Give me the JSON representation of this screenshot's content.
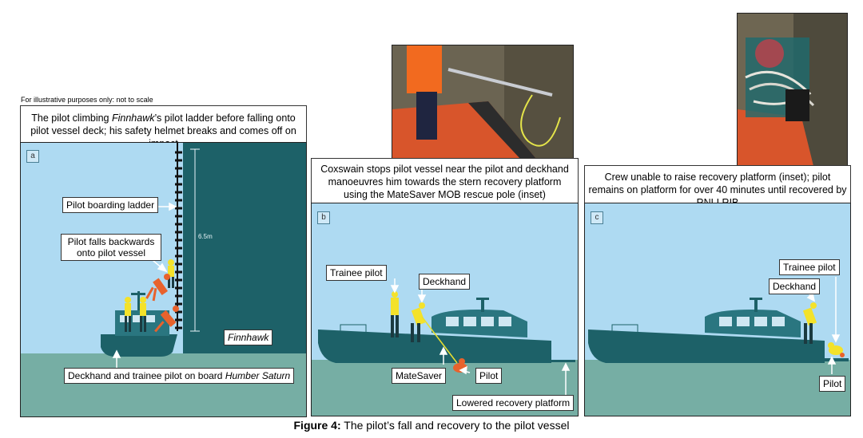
{
  "note": "For illustrative purposes only: not to scale",
  "panel_a": {
    "letter": "a",
    "caption_pre": "The pilot climbing ",
    "caption_ship": "Finnhawk",
    "caption_post": "’s pilot ladder before falling onto pilot vessel deck; his safety helmet breaks and comes off on impact",
    "label_ladder": "Pilot boarding ladder",
    "label_fall": "Pilot falls backwards onto pilot vessel",
    "height": "6.5m",
    "ship_name": "Finnhawk",
    "label_bottom_pre": "Deckhand and trainee pilot on board ",
    "label_bottom_vessel": "Humber Saturn"
  },
  "panel_b": {
    "letter": "b",
    "caption": "Coxswain stops pilot vessel near the pilot and deckhand manoeuvres him towards the stern recovery platform using the MateSaver MOB rescue pole (inset)",
    "label_trainee": "Trainee pilot",
    "label_deckhand": "Deckhand",
    "label_matesaver": "MateSaver",
    "label_pilot": "Pilot",
    "label_platform": "Lowered recovery platform"
  },
  "panel_c": {
    "letter": "c",
    "caption": "Crew unable to raise recovery platform (inset); pilot remains on platform for over 40 minutes until recovered by RNLI RIB",
    "label_trainee": "Trainee pilot",
    "label_deckhand": "Deckhand",
    "label_pilot": "Pilot"
  },
  "figure": {
    "number": "Figure 4:",
    "title": " The pilot’s fall and recovery to the pilot vessel"
  },
  "colors": {
    "sky": "#aedaf2",
    "water": "#76aea4",
    "hull": "#1d6168",
    "cabin": "#2a7680",
    "person_yellow": "#f4e22a",
    "person_orange": "#e8622c"
  }
}
